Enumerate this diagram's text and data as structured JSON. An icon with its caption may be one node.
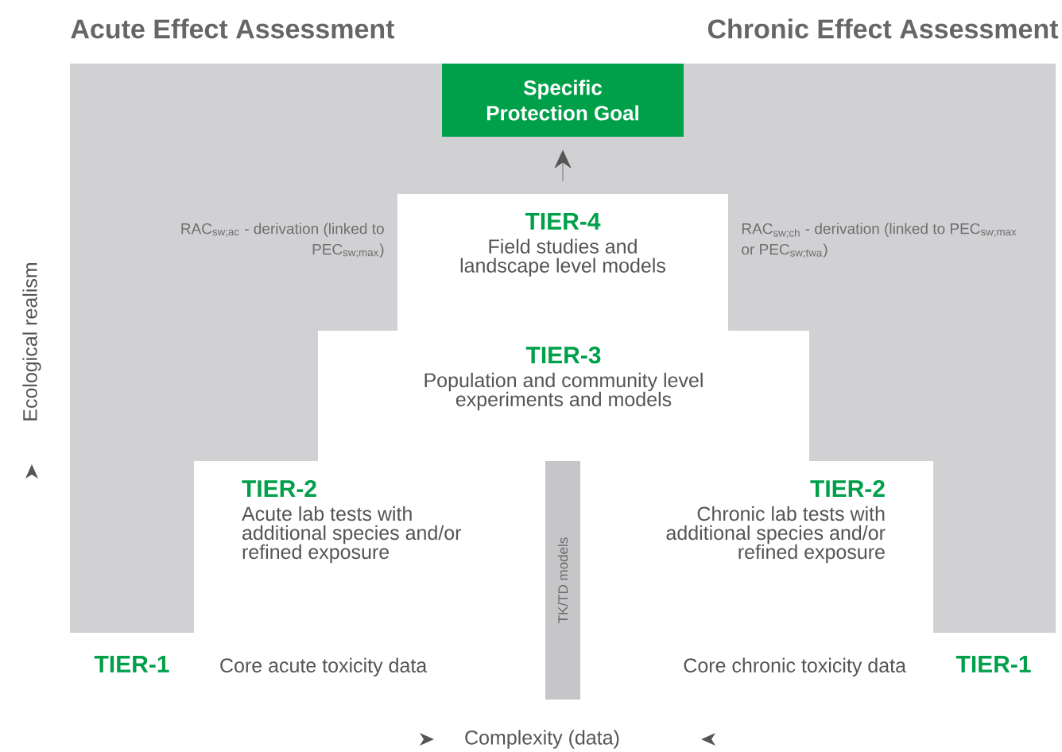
{
  "diagram": {
    "nodes": [
      {
        "text": [
          "Specific Protection Goal"
        ]
      },
      {
        "text": [
          "TIER-4",
          "Field studies and landscape level models"
        ]
      },
      {
        "text": [
          "TIER-3",
          "Population and community level experiments and models"
        ]
      },
      {
        "text": [
          "TIER-2",
          "Acute lab tests with additional species and/or refined exposure"
        ]
      },
      {
        "text": [
          "TIER-2",
          "Chronic lab tests with additional species and/or refined exposure"
        ]
      },
      {
        "text": [
          "TIER-1",
          "Core acute toxicity data"
        ]
      },
      {
        "text": [
          "Core chronic toxicity data",
          "TIER-1"
        ]
      },
      {
        "text": [
          "TK/TD models"
        ]
      }
    ],
    "edges": [
      {
        "from": 1,
        "to": 0,
        "arrow": "to"
      }
    ],
    "labels": [
      "Acute Effect Assessment",
      "Chronic Effect Assessment",
      "RAC$_{sw;ac}$ - derivation (linked to PEC$_{sw;max}$)",
      "RAC$_{sw;ch}$ - derivation (linked to PEC$_{sw;max}$ or PEC$_{sw;twa}$)",
      "Ecological realism",
      "Complexity (data)"
    ]
  }
}
